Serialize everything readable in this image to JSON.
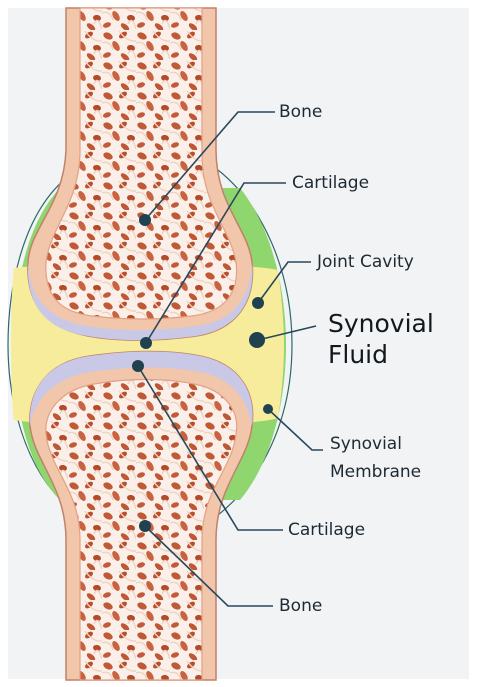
{
  "colors": {
    "background": "#f1f3f4",
    "bone_outer": "#f1c6ab",
    "bone_edge": "#c0826a",
    "spongy_bone": "#fbf0e9",
    "pores": "#c05a36",
    "cartilage": "#c9c8e7",
    "synovial_fluid": "#f6ec9c",
    "synovial_membrane": "#8fd66f",
    "leader_line": "#29485b"
  },
  "labels": {
    "bone_top": "Bone",
    "cartilage_top": "Cartilage",
    "joint_cavity": "Joint Cavity",
    "synovial_fluid": {
      "line1": "Synovial",
      "line2": "Fluid"
    },
    "synovial_membrane": {
      "line1": "Synovial",
      "line2": "Membrane"
    },
    "cartilage_bottom": "Cartilage",
    "bone_bottom": "Bone"
  }
}
